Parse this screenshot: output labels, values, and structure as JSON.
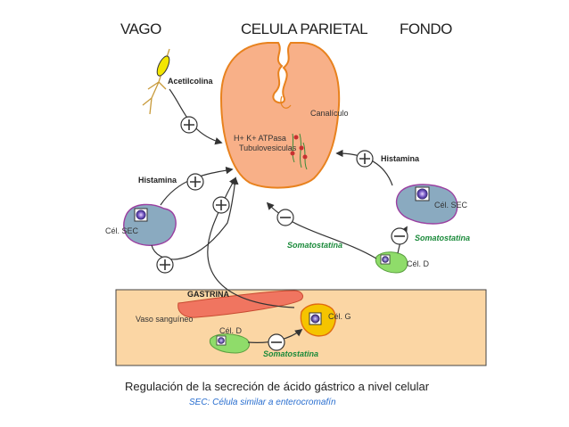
{
  "headers": {
    "vago": "VAGO",
    "celula_parietal": "CELULA PARIETAL",
    "fondo": "FONDO"
  },
  "labels": {
    "acetilcolina": "Acetilcolina",
    "canaliculo": "Canalículo",
    "atpasa_line1": "H+ K+ ATPasa",
    "atpasa_line2": "Tubulovesiculas",
    "histamina_left": "Histamina",
    "histamina_right": "Histamina",
    "cel_sec_left": "Cél. SEC",
    "cel_sec_right": "Cél. SEC",
    "somatostatina_mid": "Somatostatina",
    "somatostatina_right": "Somatostatina",
    "somatostatina_bottom": "Somatostatina",
    "cel_d_right": "Cél. D",
    "cel_d_bottom": "Cél. D",
    "cel_g": "Cél. G",
    "gastrina": "GASTRINA",
    "vaso_sanguineo": "Vaso sanguíneo"
  },
  "caption": {
    "title": "Regulación de la secreción de ácido gástrico a nivel celular",
    "subtitle": "SEC: Célula similar a enterocromafín"
  },
  "colors": {
    "parietal_fill": "#f8b088",
    "parietal_stroke": "#e8821e",
    "sec_fill": "#8aaac0",
    "sec_stroke": "#9b3fa0",
    "d_cell_fill": "#8fdc6a",
    "g_cell_fill": "#f5c400",
    "panel_fill": "#fbd6a4",
    "vessel_fill": "#f07560",
    "somatostatina_text": "#1a8a3a",
    "subtitle_text": "#2a6fd0"
  },
  "icons": {
    "plus": "plus-circle-icon",
    "minus": "minus-circle-icon",
    "nucleus": "nucleus-icon"
  }
}
